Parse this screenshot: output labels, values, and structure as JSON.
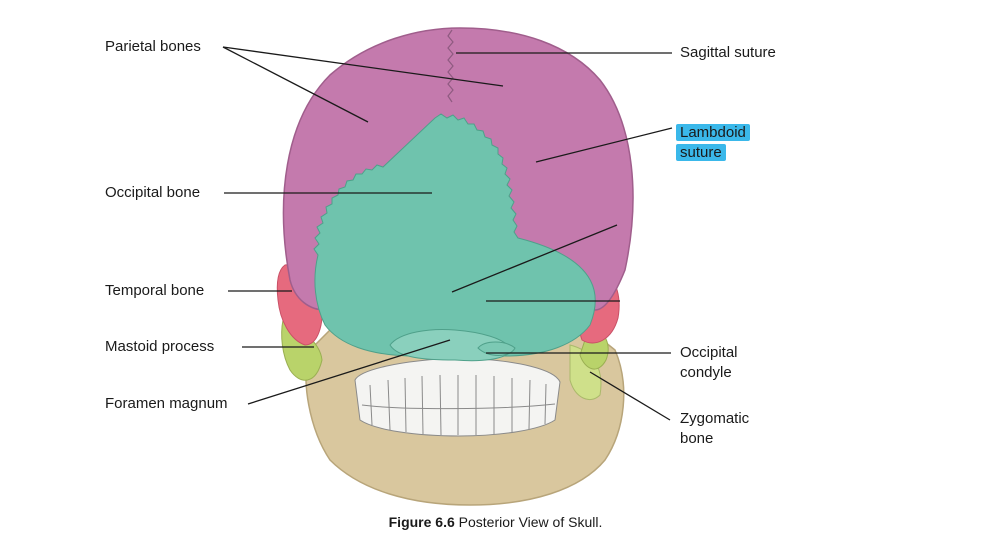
{
  "labels": {
    "parietal_bones": "Parietal bones",
    "occipital_bone": "Occipital bone",
    "temporal_bone": "Temporal bone",
    "mastoid_process": "Mastoid process",
    "foramen_magnum": "Foramen magnum",
    "sagittal_suture": "Sagittal suture",
    "lambdoid_line1": "Lambdoid",
    "lambdoid_line2": "suture",
    "occipital_condyle_line1": "Occipital",
    "occipital_condyle_line2": "condyle",
    "zygomatic_line1": "Zygomatic",
    "zygomatic_line2": "bone"
  },
  "caption": {
    "number": "Figure 6.6",
    "text": "Posterior View of Skull."
  },
  "colors": {
    "parietal": "#c47aad",
    "occipital": "#6fc3ad",
    "temporal": "#e66a7e",
    "mastoid": "#b9d36a",
    "bone": "#d9c79e",
    "teeth": "#f2f2f2",
    "highlight": "#3ab8ea"
  }
}
